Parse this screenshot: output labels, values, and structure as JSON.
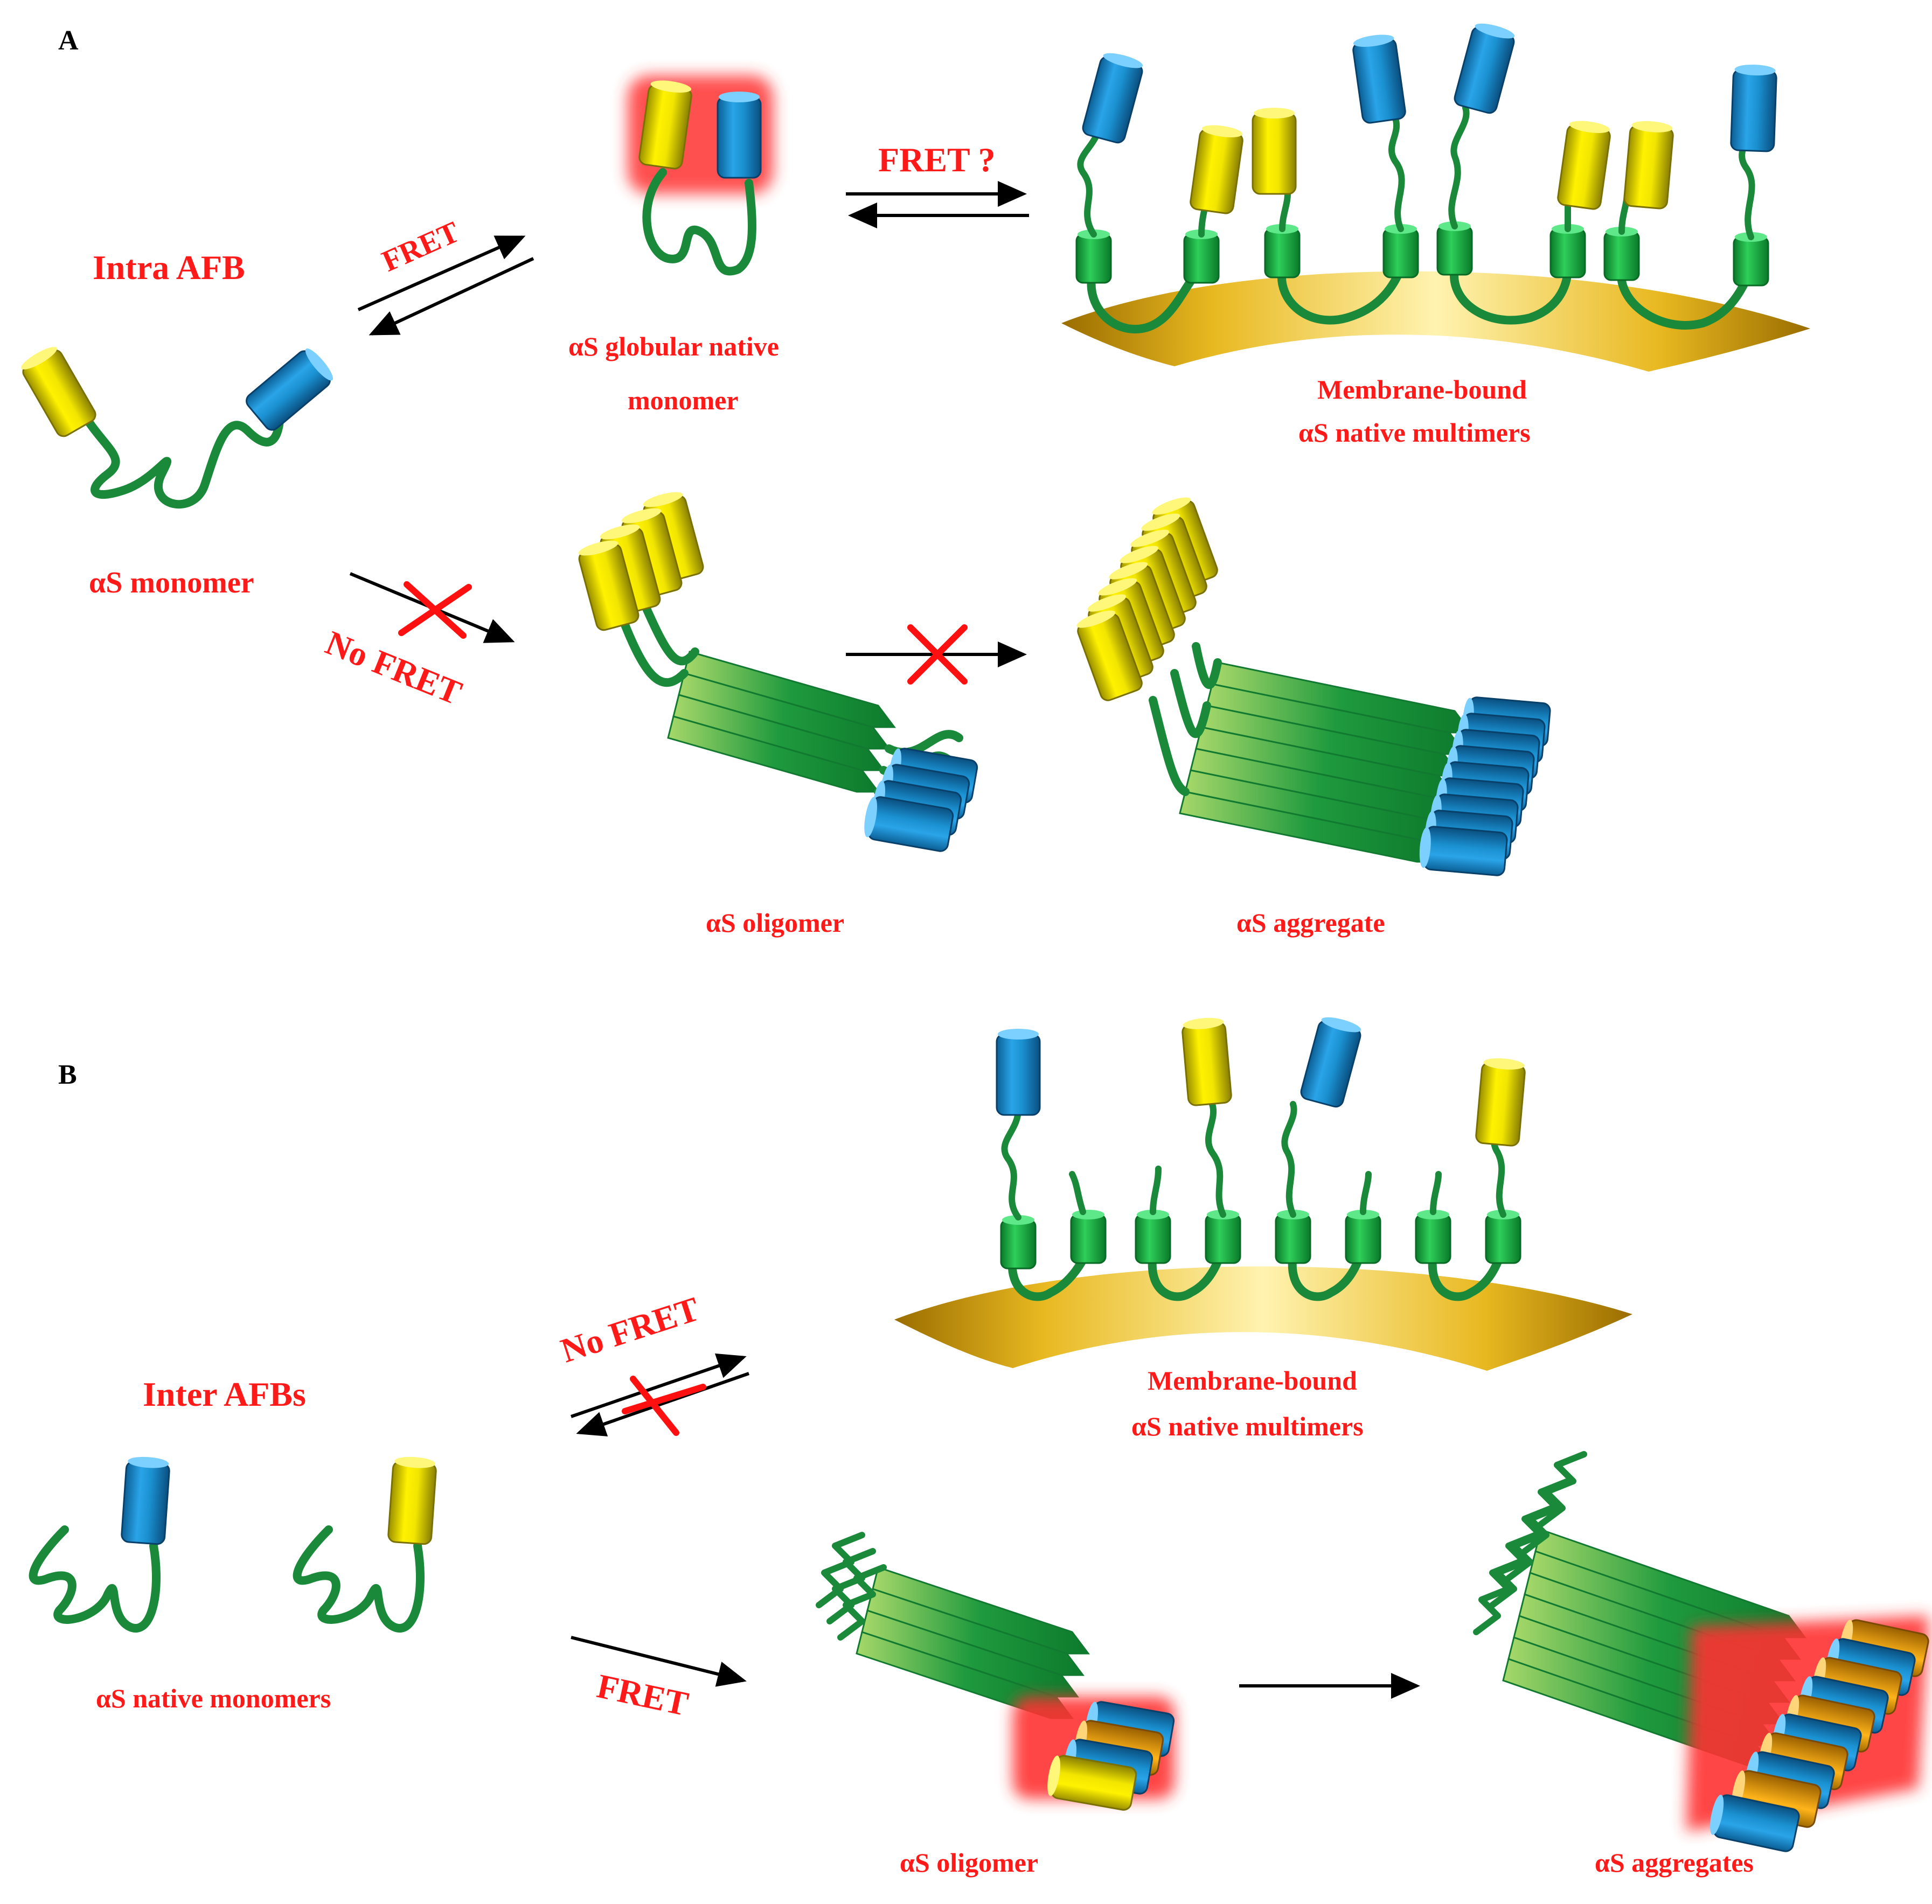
{
  "panelA": {
    "letter": "A",
    "intra_label": "Intra AFB",
    "arrow_fret": "FRET",
    "arrow_fret_q": "FRET ?",
    "arrow_no_fret": "No FRET",
    "monomer_label": "αS monomer",
    "globular_line1": "αS globular native",
    "globular_line2": "monomer",
    "membrane_line1": "Membrane-bound",
    "membrane_line2": "αS native multimers",
    "oligomer_label": "αS oligomer",
    "aggregate_label": "αS  aggregate"
  },
  "panelB": {
    "letter": "B",
    "inter_label": "Inter AFBs",
    "arrow_no_fret": "No FRET",
    "arrow_fret": "FRET",
    "monomers_label": "αS native monomers",
    "membrane_line1": "Membrane-bound",
    "membrane_line2": "αS native multimers",
    "oligomer_label": "αS oligomer",
    "aggregates_label": "αS aggregates"
  },
  "colors": {
    "label_red": "#ff1a1a",
    "fluor_yellow": "#f2e600",
    "fluor_blue": "#1a90d0",
    "fluor_orange": "#f0a000",
    "chain_green": "#1a8a3a",
    "membrane_gold": "#d8a800",
    "glow": "#ff3030"
  },
  "icons": [
    "yellow-fluorophore-icon",
    "blue-fluorophore-icon",
    "orange-fluorophore-icon",
    "membrane-icon",
    "protein-chain-icon",
    "cross-icon"
  ]
}
